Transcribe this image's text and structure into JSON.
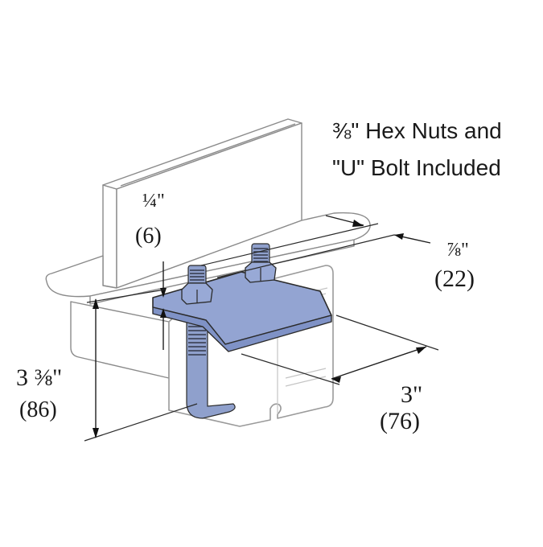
{
  "diagram": {
    "subject": "beam clamp with U bolt on strut channel",
    "colors": {
      "clamp_fill": "#93a4d2",
      "outline": "#2b2b2b",
      "beam_outline": "#8a8a8a",
      "background": "#ffffff"
    },
    "note": {
      "line1": "⅜\" Hex Nuts and",
      "line2": "\"U\" Bolt Included"
    },
    "dimensions": {
      "thickness": {
        "imperial": "¼\"",
        "metric": "(6)"
      },
      "flange_gap": {
        "imperial": "⅞\"",
        "metric": "(22)"
      },
      "height": {
        "imperial": "3 ⅜\"",
        "metric": "(86)"
      },
      "width": {
        "imperial": "3\"",
        "metric": "(76)"
      }
    }
  }
}
